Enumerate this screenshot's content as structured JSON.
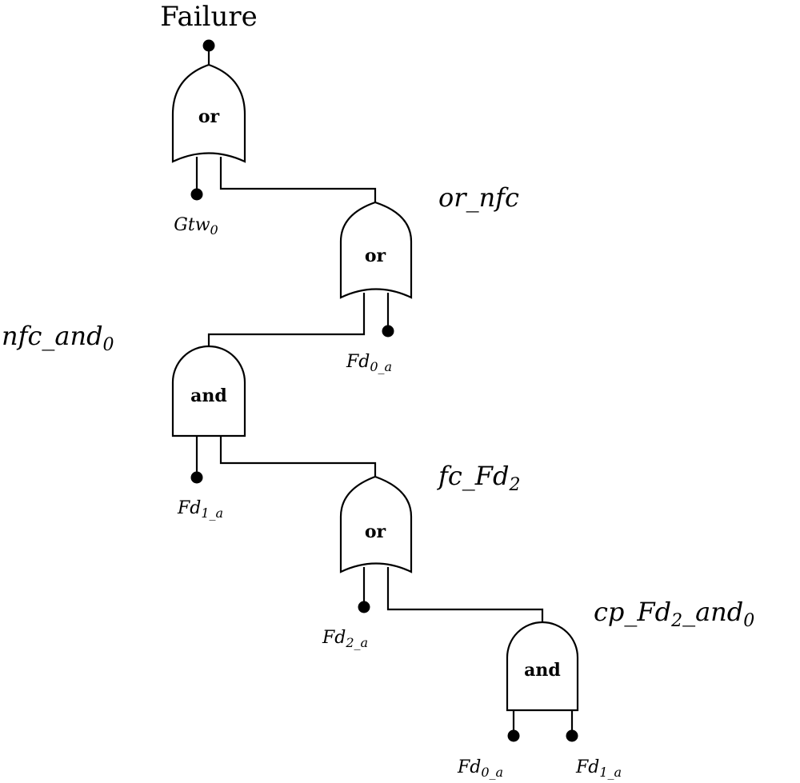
{
  "top_event": {
    "label": "Failure"
  },
  "gates": {
    "g1": {
      "type": "or",
      "name": ""
    },
    "g2": {
      "type": "or",
      "name": "or_nfc"
    },
    "g3": {
      "type": "and",
      "name_base": "nfc_and",
      "name_sub": "0"
    },
    "g4": {
      "type": "or",
      "name_base": "fc_Fd",
      "name_sub": "2"
    },
    "g5": {
      "type": "and",
      "name_base": "cp_Fd",
      "name_sub": "2",
      "name_tail": "_and",
      "name_sub2": "0"
    }
  },
  "basic_events": {
    "gtw0": {
      "base": "Gtw",
      "sub": "0"
    },
    "fd0a_1": {
      "base": "Fd",
      "sub": "0_a"
    },
    "fd1a_1": {
      "base": "Fd",
      "sub": "1_a"
    },
    "fd2a": {
      "base": "Fd",
      "sub": "2_a"
    },
    "fd0a_2": {
      "base": "Fd",
      "sub": "0_a"
    },
    "fd1a_2": {
      "base": "Fd",
      "sub": "1_a"
    }
  }
}
